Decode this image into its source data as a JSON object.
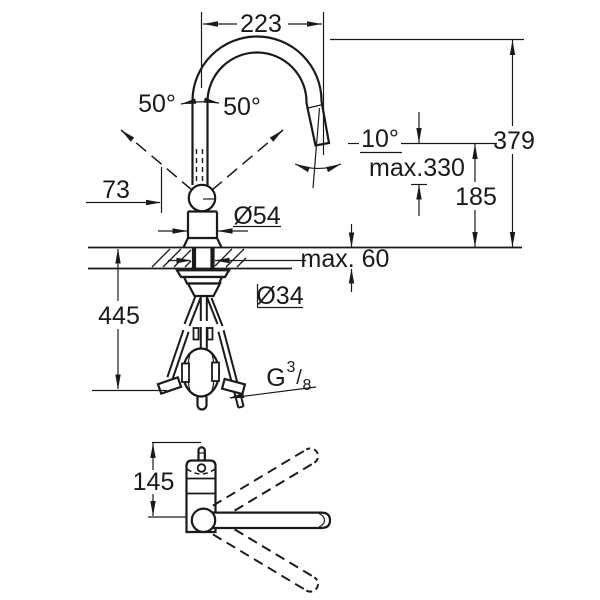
{
  "drawing": {
    "kind": "faucet-installation-dimension-diagram",
    "units": "mm",
    "colors": {
      "ink": "#1a1a1a",
      "background": "#ffffff"
    }
  },
  "labels": {
    "projection": "223",
    "swivel_left": "50°",
    "swivel_right": "50°",
    "lever_offset": "73",
    "body_dia": "Ø54",
    "spray_tilt": "10°",
    "max_pullout": "max.330",
    "height_total": "379",
    "height_outlet": "185",
    "deck_max": "max. 60",
    "hole_dia": "Ø34",
    "hose_below": "445",
    "thread_g": "G",
    "thread_num": "3",
    "thread_slash": "/",
    "thread_den": "8",
    "topview_offset": "145"
  }
}
